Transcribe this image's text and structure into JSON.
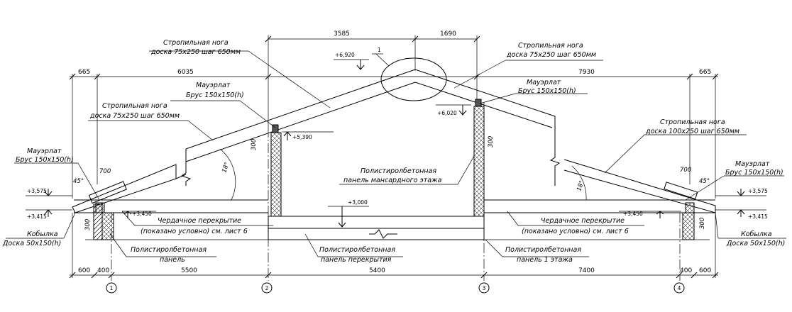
{
  "labels": {
    "rafter_top_left": [
      "Стропильная нога",
      "доска 75х250 шаг 650мм"
    ],
    "rafter_top_right": [
      "Стропильная нога",
      "доска 75х250 шаг 650мм"
    ],
    "rafter_left_lower": [
      "Стропильная нога",
      "доска 75х250 шаг 650мм"
    ],
    "rafter_right_lower": [
      "Стропильная нога",
      "доска 100х250 шаг 650мм"
    ],
    "mauerlat_upper_left": [
      "Мауэрлат",
      "Брус 150х150(h)"
    ],
    "mauerlat_upper_right": [
      "Мауэрлат",
      "Брус 150х150(h)"
    ],
    "mauerlat_lower_left": [
      "Мауэрлат",
      "Брус 150х150(h)"
    ],
    "mauerlat_lower_right": [
      "Мауэрлат",
      "Брус 150х150(h)"
    ],
    "kobylka_left": [
      "Кобылка",
      "Доска 50х150(h)"
    ],
    "kobylka_right": [
      "Кобылка",
      "Доска 50х150(h)"
    ],
    "panel_mansard": [
      "Полистиролбетонная",
      "панель мансардного этажа"
    ],
    "attic_floor_left": [
      "Чердачное перекрытие",
      "(показано условно) см. лист 6"
    ],
    "attic_floor_right": [
      "Чердачное перекрытие",
      "(показано условно) см. лист 6"
    ],
    "panel_left": [
      "Полистиролбетонная",
      "панель"
    ],
    "panel_floor": [
      "Полистиролбетонная",
      "панель перекрытия"
    ],
    "panel_floor1": [
      "Полистиролбетонная",
      "панель 1 этажа"
    ]
  },
  "levels": [
    "+6,920",
    "+6,020",
    "+5,390",
    "+3,000",
    "+3,575",
    "+3,415",
    "+3,450",
    "+3,450",
    "+3,575",
    "+3,415"
  ],
  "dimensions": {
    "top": [
      "3585",
      "1690"
    ],
    "upper": [
      "665",
      "6035",
      "7930",
      "665"
    ],
    "lower": [
      "600",
      "400",
      "5500",
      "5400",
      "7400",
      "400",
      "600"
    ],
    "small": [
      "700",
      "700",
      "300",
      "300",
      "300",
      "300"
    ]
  },
  "angles": [
    "18°",
    "18°",
    "45°",
    "45°"
  ],
  "callout": "1",
  "axes": [
    "1",
    "2",
    "3",
    "4"
  ]
}
